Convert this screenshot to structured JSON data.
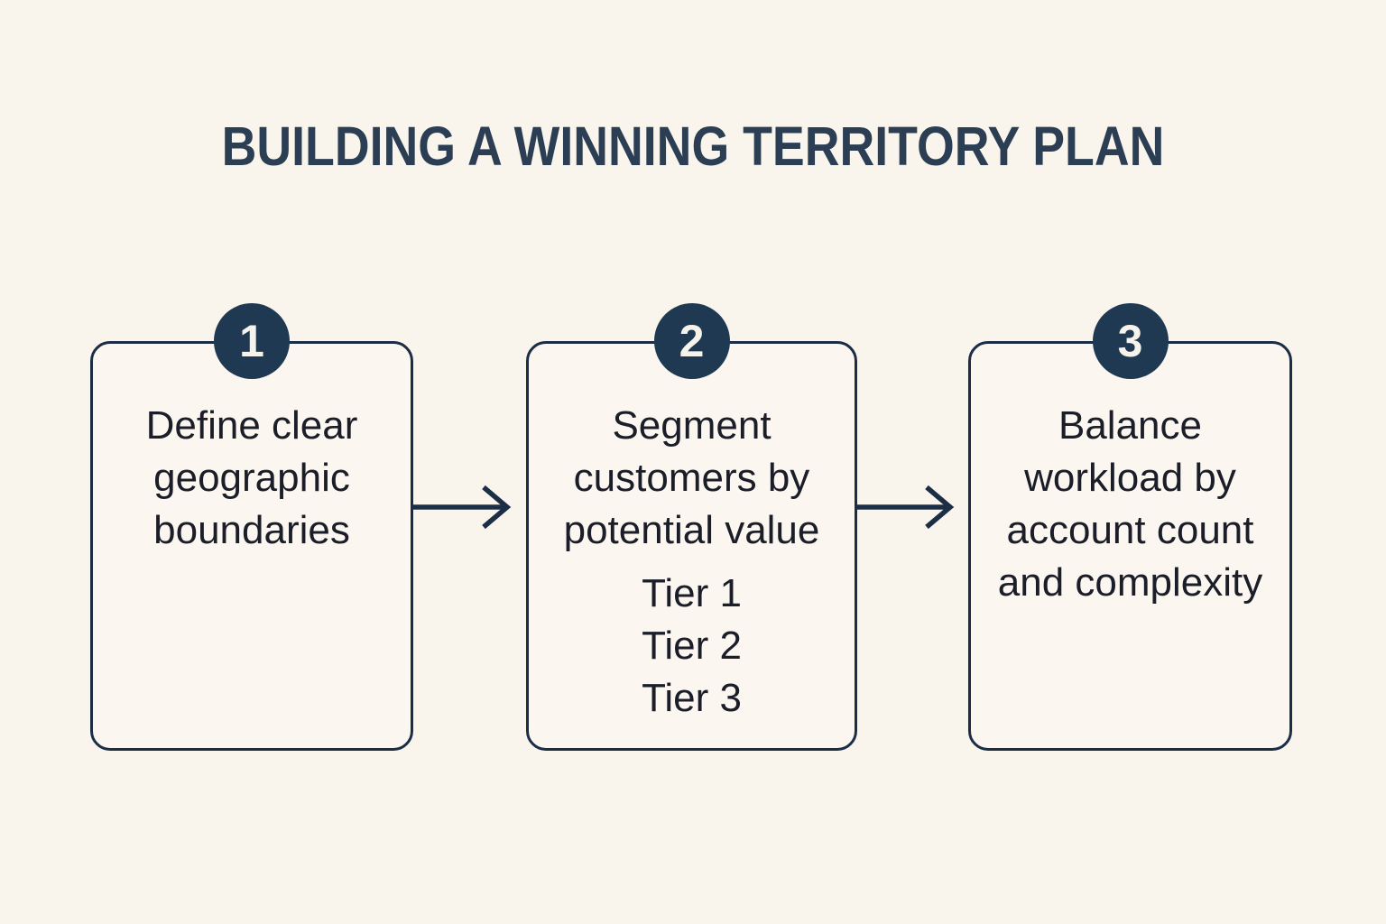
{
  "title": {
    "text": "BUILDING A WINNING TERRITORY PLAN"
  },
  "steps": [
    {
      "number": "1",
      "lines": [
        "Define clear",
        "geographic",
        "boundaries"
      ],
      "sub_lines": []
    },
    {
      "number": "2",
      "lines": [
        "Segment",
        "customers by",
        "potential value"
      ],
      "sub_lines": [
        "Tier 1",
        "Tier 2",
        "Tier 3"
      ]
    },
    {
      "number": "3",
      "lines": [
        "Balance",
        "workload by",
        "account count",
        "and complexity"
      ],
      "sub_lines": []
    }
  ],
  "connectors": [
    {
      "name": "arrow-right-1"
    },
    {
      "name": "arrow-right-2"
    }
  ],
  "colors": {
    "background": "#f9f4ec",
    "card_fill": "#fbf7f0",
    "navy_border": "#1b2e45",
    "navy_circle": "#1f3952",
    "title_text": "#2c3e54",
    "body_text": "#1b1e28",
    "badge_text": "#f6f3ed"
  }
}
